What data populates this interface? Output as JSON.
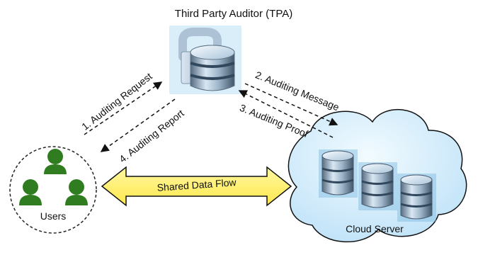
{
  "diagram": {
    "tpa_label": "Third Party Auditor (TPA)",
    "users_label": "Users",
    "cloud_label": "Cloud Server",
    "shared_flow_label": "Shared Data Flow",
    "arrows": {
      "auditing_request": "1. Auditing Request",
      "auditing_message": "2. Auditing Message",
      "auditing_proof": "3. Auditing Proof",
      "auditing_report": "4. Auditing Report"
    },
    "icons": {
      "tpa": "padlock-database-icon",
      "users": "user-group-icon",
      "cloud": "cloud-icon",
      "servers": "database-server-icon"
    },
    "colors": {
      "user_green": "#2f7d20",
      "cloud_blue": "#c7e6fb",
      "shared_arrow_yellow": "#fff06a"
    }
  }
}
